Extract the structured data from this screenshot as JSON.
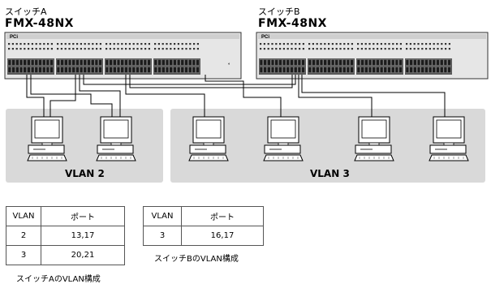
{
  "switch_a": {
    "label": "スイッチA",
    "model": "FMX-48NX",
    "brand": "PCi"
  },
  "switch_b": {
    "label": "スイッチB",
    "model": "FMX-48NX",
    "brand": "PCi"
  },
  "vlan2_label": "VLAN 2",
  "vlan3_label": "VLAN 3",
  "table_a": {
    "headers": [
      "VLAN",
      "ポート"
    ],
    "rows": [
      [
        "2",
        "13,17"
      ],
      [
        "3",
        "20,21"
      ]
    ],
    "caption": "スイッチAのVLAN構成"
  },
  "table_b": {
    "headers": [
      "VLAN",
      "ポート"
    ],
    "rows": [
      [
        "3",
        "16,17"
      ]
    ],
    "caption": "スイッチBのVLAN構成"
  },
  "colors": {
    "panel": "#d9d9d9",
    "chassis": "#e6e6e6",
    "port": "#2b2b2b"
  }
}
